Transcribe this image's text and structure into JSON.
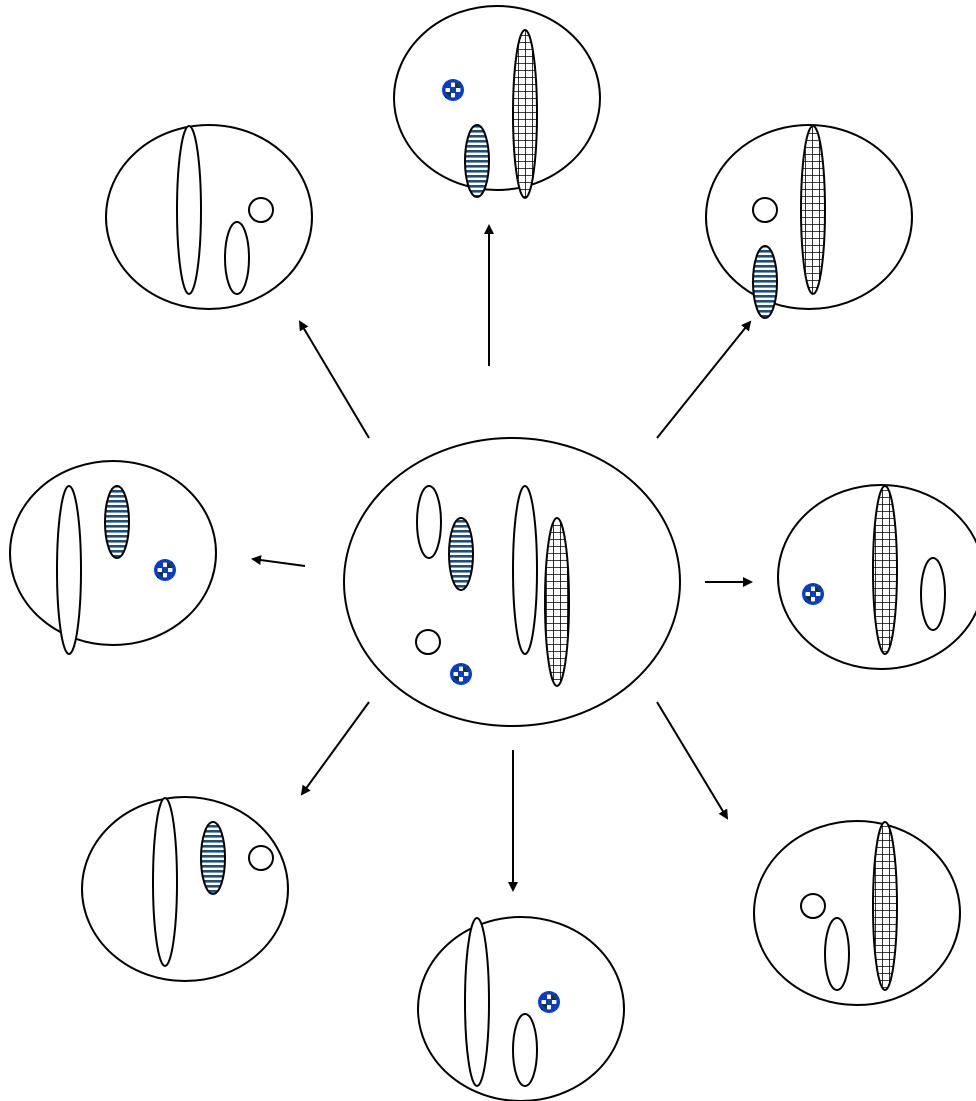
{
  "figure": {
    "description_free": true,
    "colors": {
      "outline": "#000000",
      "background": "#ffffff",
      "stripe_blue": "#1f4e79",
      "dot_blue": "#0b3cc9",
      "dot_dark": "#0a3a2a"
    },
    "structure": {
      "center_cell": {
        "parts": [
          "plain-short",
          "striped",
          "plain-long",
          "grid-long",
          "ring",
          "checker-dot"
        ]
      },
      "daughter_cells": [
        {
          "name": "top",
          "parts": [
            "checker-dot",
            "striped",
            "grid-long"
          ]
        },
        {
          "name": "top-left",
          "parts": [
            "plain-long",
            "ring",
            "plain-short"
          ]
        },
        {
          "name": "top-right",
          "parts": [
            "ring",
            "striped",
            "grid-long"
          ]
        },
        {
          "name": "left",
          "parts": [
            "plain-long",
            "striped",
            "checker-dot"
          ]
        },
        {
          "name": "right",
          "parts": [
            "checker-dot",
            "grid-long",
            "plain-short"
          ]
        },
        {
          "name": "bottom-left",
          "parts": [
            "plain-long",
            "striped",
            "ring"
          ]
        },
        {
          "name": "bottom",
          "parts": [
            "plain-long",
            "checker-dot",
            "plain-short"
          ]
        },
        {
          "name": "bottom-right",
          "parts": [
            "ring",
            "plain-short",
            "grid-long"
          ]
        }
      ],
      "arrow_count": 8
    }
  }
}
